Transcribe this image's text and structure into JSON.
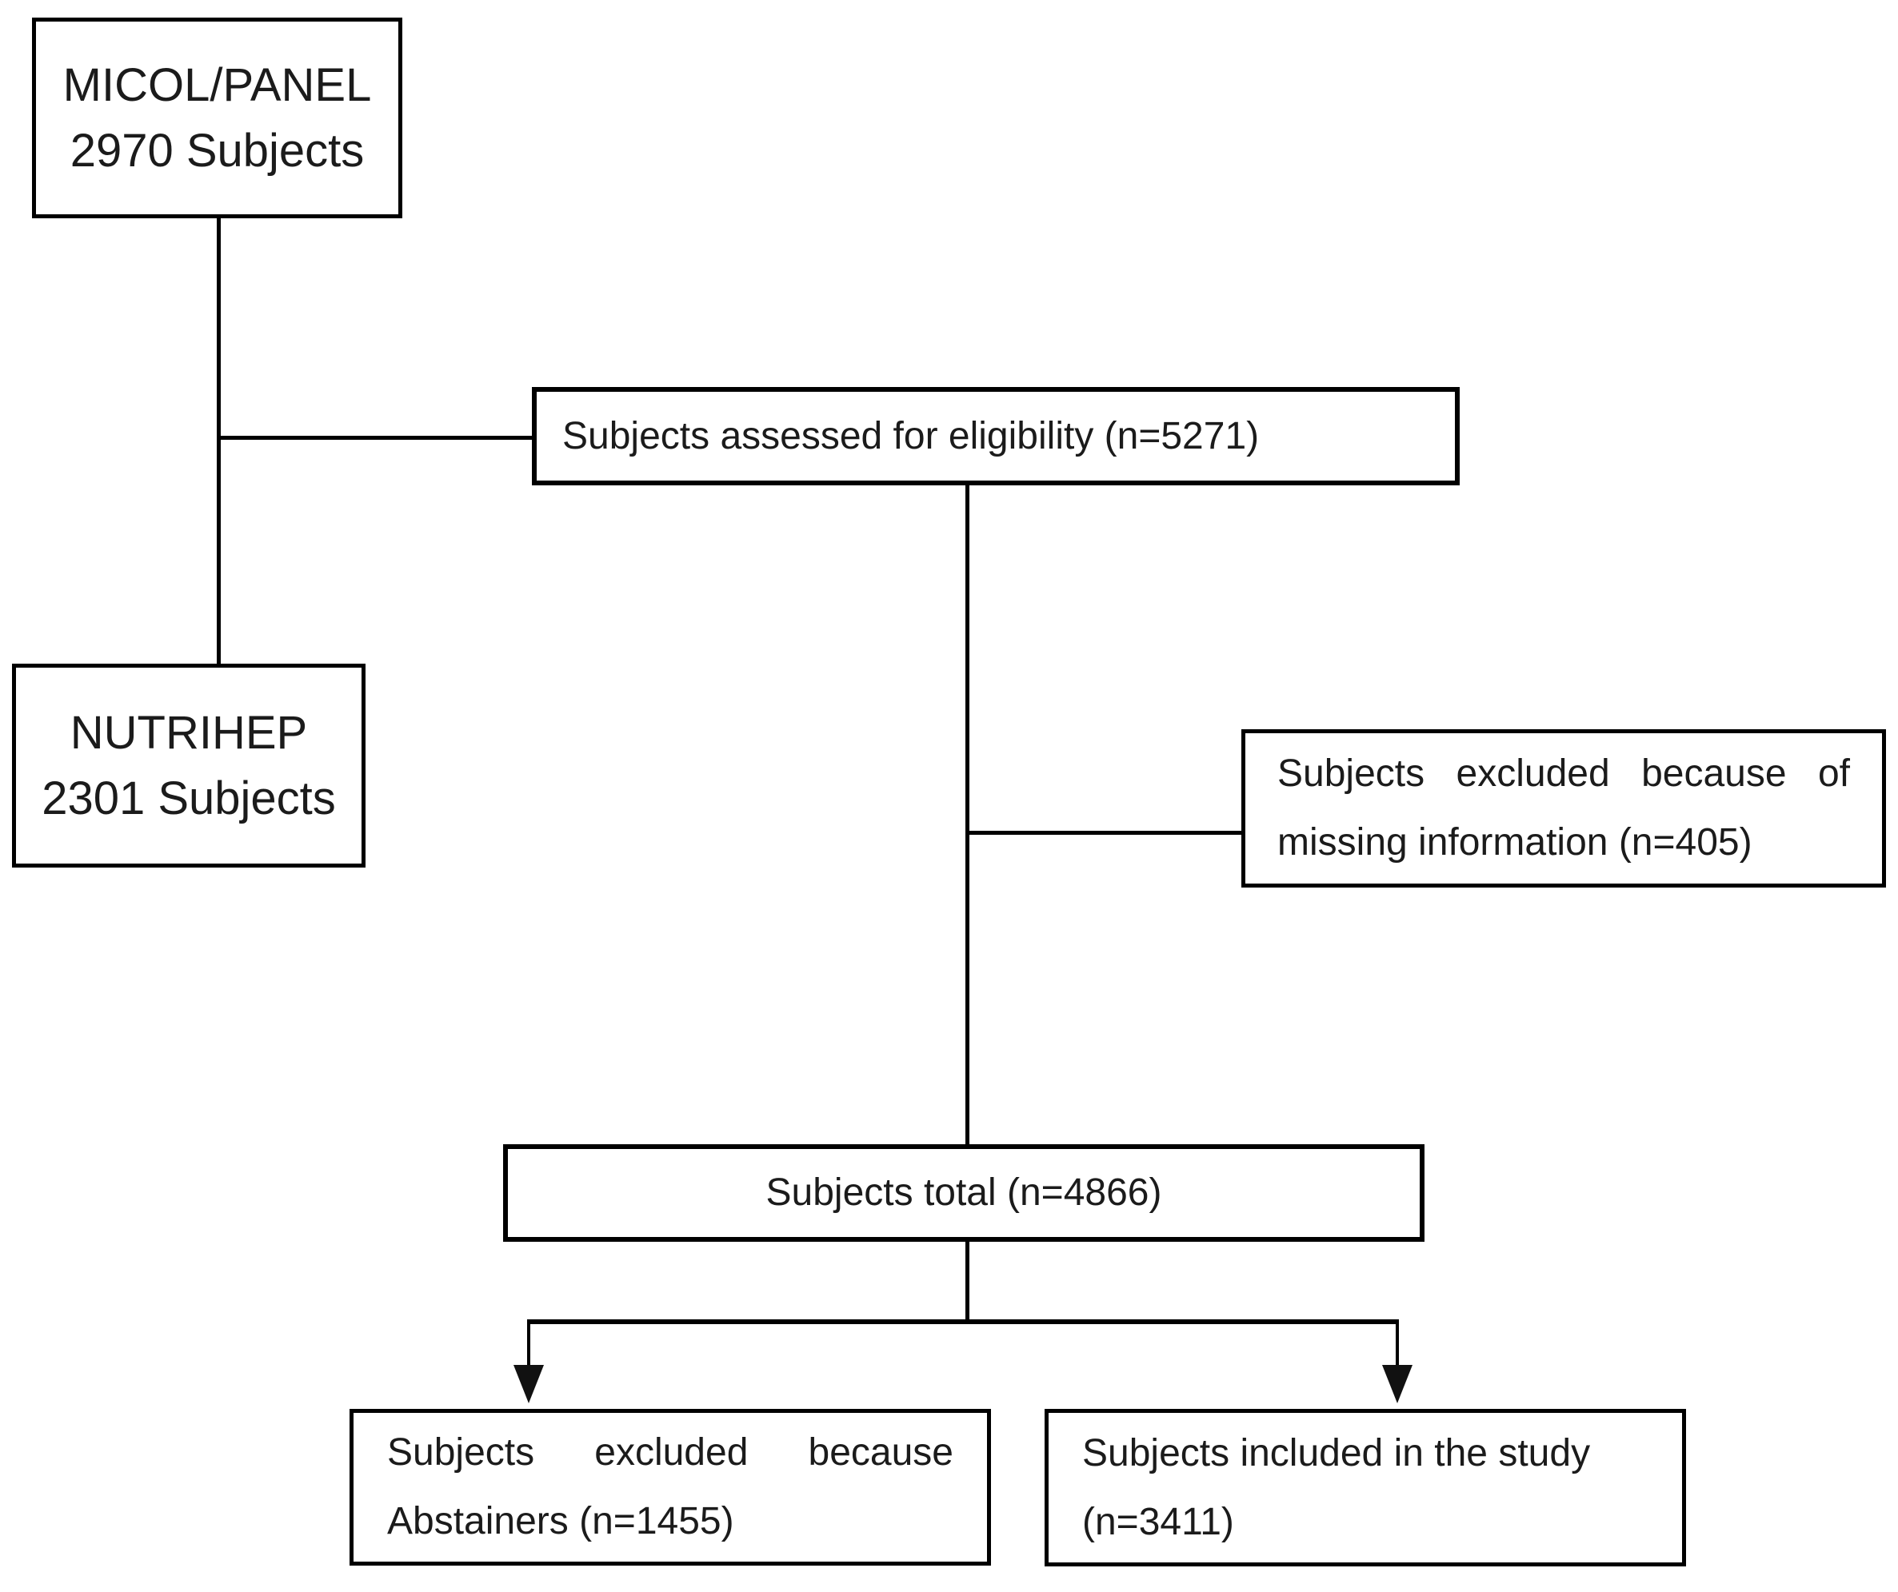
{
  "colors": {
    "line": "#000000",
    "text": "#1b1b1b",
    "background": "#ffffff"
  },
  "boxes": {
    "micol_panel": {
      "lines": [
        "MICOL/PANEL",
        "2970 Subjects"
      ],
      "n": 2970
    },
    "assessed": {
      "text": "Subjects assessed for eligibility (n=5271)",
      "n": 5271
    },
    "nutrihep": {
      "lines": [
        "NUTRIHEP",
        "2301 Subjects"
      ],
      "n": 2301
    },
    "excluded_missing": {
      "lines": [
        "Subjects excluded because of",
        "missing information (n=405)"
      ],
      "n": 405
    },
    "total": {
      "text": "Subjects total (n=4866)",
      "n": 4866
    },
    "excluded_abstainers": {
      "lines": [
        "Subjects excluded because",
        "Abstainers (n=1455)"
      ],
      "n": 1455
    },
    "included": {
      "lines": [
        "Subjects included in the study",
        "(n=3411)"
      ],
      "n": 3411
    }
  },
  "edges": [
    {
      "from": "micol_panel",
      "to": "assessed",
      "arrow": false
    },
    {
      "from": "micol_panel",
      "to": "nutrihep",
      "arrow": false
    },
    {
      "from": "assessed",
      "to": "excluded_missing",
      "arrow": false
    },
    {
      "from": "assessed",
      "to": "total",
      "arrow": false
    },
    {
      "from": "total",
      "to": "excluded_abstainers",
      "arrow": true
    },
    {
      "from": "total",
      "to": "included",
      "arrow": true
    }
  ]
}
